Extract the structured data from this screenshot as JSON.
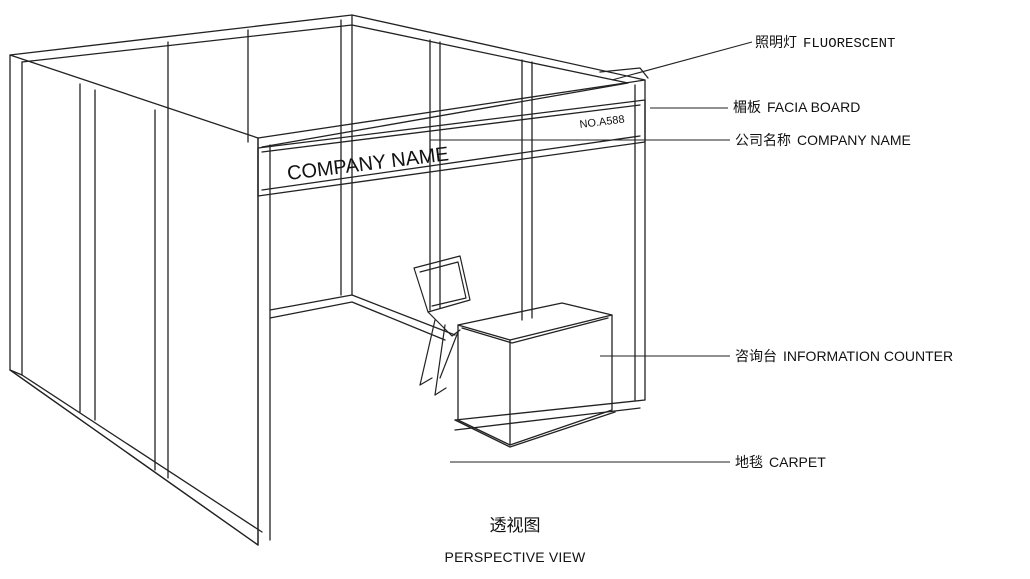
{
  "booth": {
    "fascia_text": "COMPANY NAME",
    "booth_number": "NO.A588"
  },
  "labels": {
    "fluorescent": {
      "zh": "照明灯",
      "en": "FLUORESCENT"
    },
    "facia_board": {
      "zh": "楣板",
      "en": "FACIA BOARD"
    },
    "company_name": {
      "zh": "公司名称",
      "en": "COMPANY NAME"
    },
    "info_counter": {
      "zh": "咨询台",
      "en": "INFORMATION COUNTER"
    },
    "carpet": {
      "zh": "地毯",
      "en": "CARPET"
    }
  },
  "caption": {
    "zh": "透视图",
    "en": "PERSPECTIVE VIEW"
  }
}
